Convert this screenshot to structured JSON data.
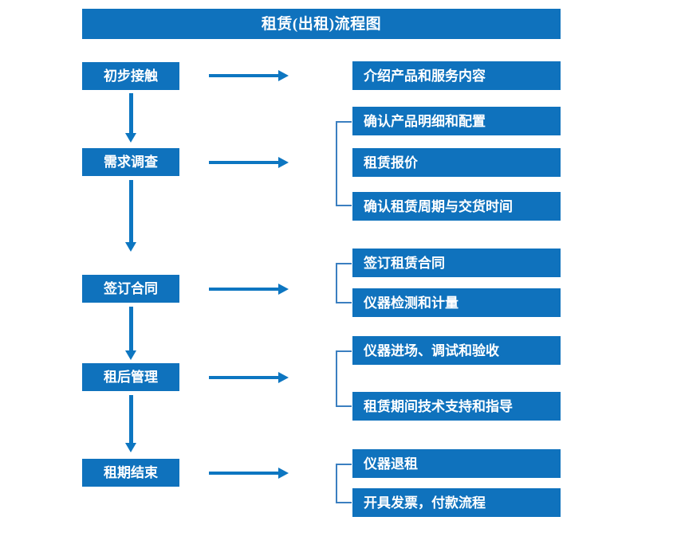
{
  "diagram": {
    "title": "租赁(出租)流程图",
    "colors": {
      "box_blue": "#0f72bd",
      "arrow_blue": "#0d76c1",
      "bracket_blue": "#3b7fc0",
      "text_white": "#ffffff",
      "background": "#ffffff"
    },
    "stages": [
      {
        "id": "stage-1",
        "label": "初步接触",
        "details": [
          "介绍产品和服务内容"
        ],
        "has_bracket": false,
        "has_arrow_to_next": true
      },
      {
        "id": "stage-2",
        "label": "需求调查",
        "details": [
          "确认产品明细和配置",
          "租赁报价",
          "确认租赁周期与交货时间"
        ],
        "has_bracket": true,
        "has_arrow_to_next": true
      },
      {
        "id": "stage-3",
        "label": "签订合同",
        "details": [
          "签订租赁合同",
          "仪器检测和计量"
        ],
        "has_bracket": true,
        "has_arrow_to_next": true
      },
      {
        "id": "stage-4",
        "label": "租后管理",
        "details": [
          "仪器进场、调试和验收",
          "租赁期间技术支持和指导"
        ],
        "has_bracket": true,
        "has_arrow_to_next": true
      },
      {
        "id": "stage-5",
        "label": "租期结束",
        "details": [
          "仪器退租",
          "开具发票，付款流程"
        ],
        "has_bracket": true,
        "has_arrow_to_next": false
      }
    ]
  }
}
